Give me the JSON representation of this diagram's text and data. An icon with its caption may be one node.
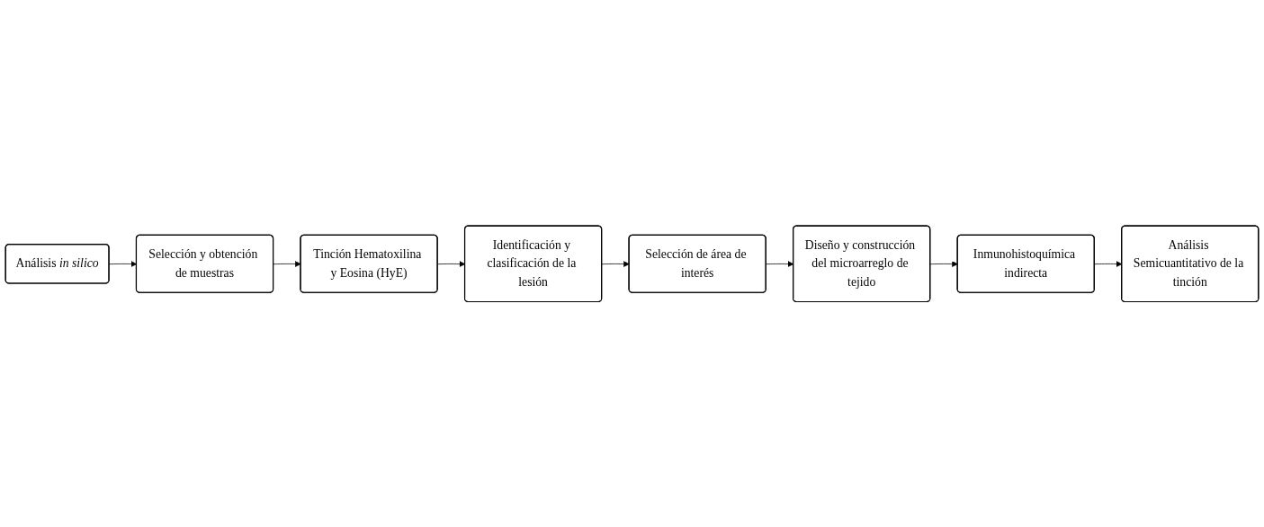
{
  "diagram": {
    "nodes": [
      {
        "text": [
          "Análisis *in silico*"
        ]
      },
      {
        "text": [
          "Selección y obtención de muestras"
        ]
      },
      {
        "text": [
          "Tinción Hematoxilina y Eosina (HyE)"
        ]
      },
      {
        "text": [
          "Identificación y clasificación de la lesión"
        ]
      },
      {
        "text": [
          "Selección de área de interés"
        ]
      },
      {
        "text": [
          "Diseño y construcción del microarreglo de tejido"
        ]
      },
      {
        "text": [
          "Inmunohistoquímica indirecta"
        ]
      },
      {
        "text": [
          "Análisis Semicuantitativo de la tinción"
        ]
      }
    ],
    "edges": [
      {
        "from": 0,
        "to": 1,
        "arrow": "to"
      },
      {
        "from": 1,
        "to": 2,
        "arrow": "to"
      },
      {
        "from": 2,
        "to": 3,
        "arrow": "to"
      },
      {
        "from": 3,
        "to": 4,
        "arrow": "to"
      },
      {
        "from": 4,
        "to": 5,
        "arrow": "to"
      },
      {
        "from": 5,
        "to": 6,
        "arrow": "to"
      },
      {
        "from": 6,
        "to": 7,
        "arrow": "to"
      }
    ]
  }
}
